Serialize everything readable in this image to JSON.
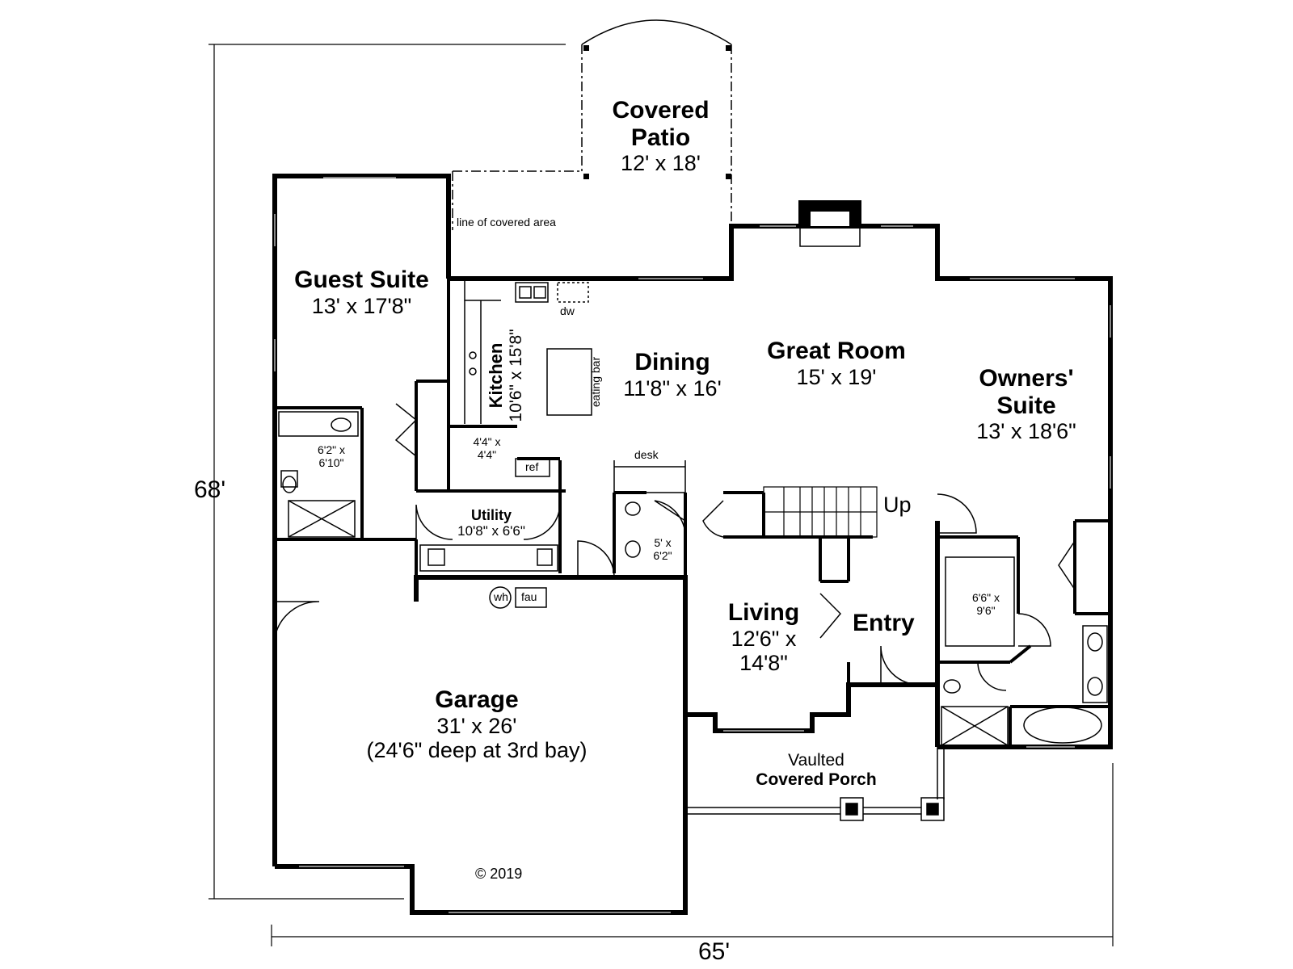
{
  "dimensions": {
    "depth": "68'",
    "width": "65'"
  },
  "rooms": {
    "covered_patio": {
      "name1": "Covered",
      "name2": "Patio",
      "size": "12' x 18'"
    },
    "covered_area_note": "line of covered area",
    "guest_suite": {
      "name": "Guest Suite",
      "size": "13' x 17'8\""
    },
    "kitchen": {
      "name": "Kitchen",
      "size": "10'6\" x 15'8\""
    },
    "dining": {
      "name": "Dining",
      "size": "11'8\" x 16'"
    },
    "great_room": {
      "name": "Great Room",
      "size": "15' x 19'"
    },
    "owners_suite": {
      "name1": "Owners'",
      "name2": "Suite",
      "size": "13' x 18'6\""
    },
    "guest_bath": {
      "line1": "6'2\" x",
      "line2": "6'10\""
    },
    "pantry": {
      "line1": "4'4\" x",
      "line2": "4'4\""
    },
    "utility": {
      "name": "Utility",
      "size": "10'8\" x 6'6\""
    },
    "powder": {
      "line1": "5' x",
      "line2": "6'2\""
    },
    "closet_owner": {
      "line1": "6'6\" x",
      "line2": "9'6\""
    },
    "living": {
      "name": "Living",
      "line1": "12'6\" x",
      "line2": "14'8\""
    },
    "entry": {
      "name": "Entry"
    },
    "garage": {
      "name": "Garage",
      "size": "31' x 26'",
      "note": "(24'6\" deep at 3rd bay)"
    },
    "porch": {
      "line1": "Vaulted",
      "line2": "Covered Porch"
    }
  },
  "fixtures": {
    "dw": "dw",
    "eating_bar": "eating bar",
    "ref": "ref",
    "desk": "desk",
    "up": "Up",
    "wh": "wh",
    "fau": "fau"
  },
  "copyright": "© 2019"
}
